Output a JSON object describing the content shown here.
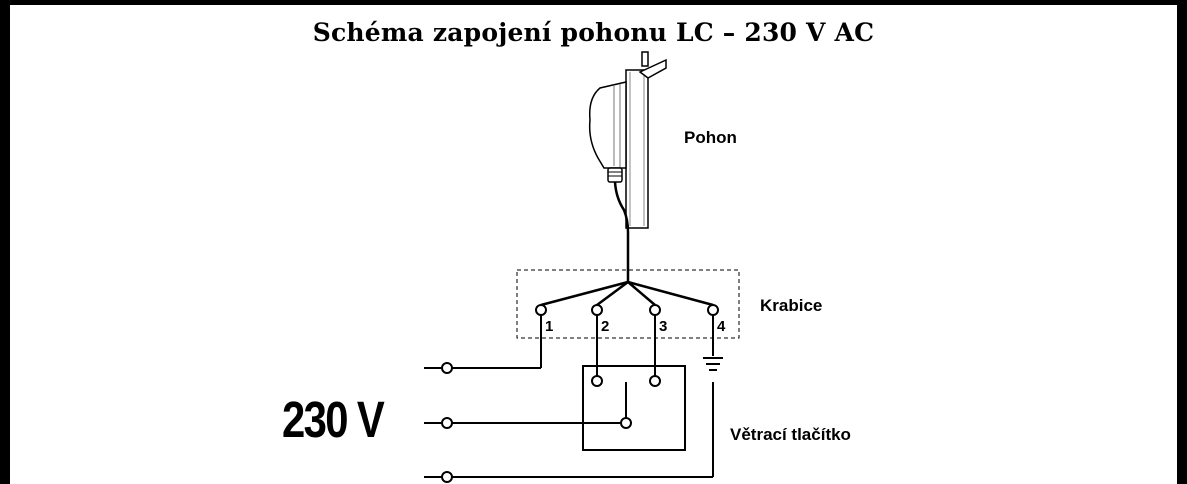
{
  "title": "Schéma zapojení pohonu LC – 230  V AC",
  "labels": {
    "actuator": "Pohon",
    "junction_box": "Krabice",
    "vent_button": "Větrací tlačítko",
    "supply_voltage": "230 V"
  },
  "terminals": [
    "1",
    "2",
    "3",
    "4"
  ]
}
